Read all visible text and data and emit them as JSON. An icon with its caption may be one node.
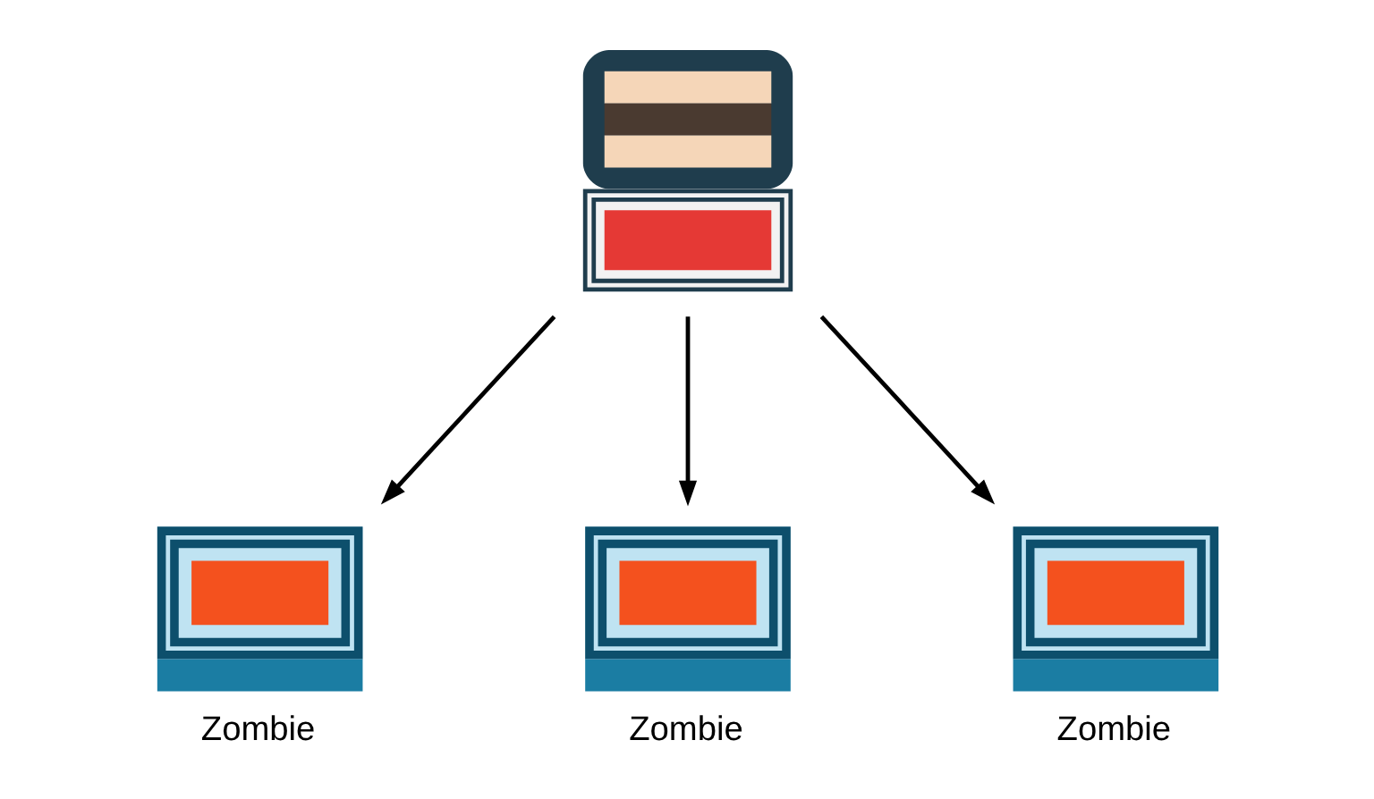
{
  "diagram": {
    "nodes": [
      {
        "text": [],
        "shape": "picture"
      },
      {
        "text": [],
        "shape": "picture",
        "beside": [
          "Zombie"
        ]
      },
      {
        "text": [],
        "shape": "picture",
        "beside": [
          "Zombie"
        ]
      },
      {
        "text": [],
        "shape": "picture",
        "beside": [
          "Zombie"
        ]
      }
    ],
    "edges": [
      {
        "from": 0,
        "to": 1,
        "arrow": "to"
      },
      {
        "from": 0,
        "to": 2,
        "arrow": "to"
      },
      {
        "from": 0,
        "to": 3,
        "arrow": "to"
      }
    ]
  }
}
